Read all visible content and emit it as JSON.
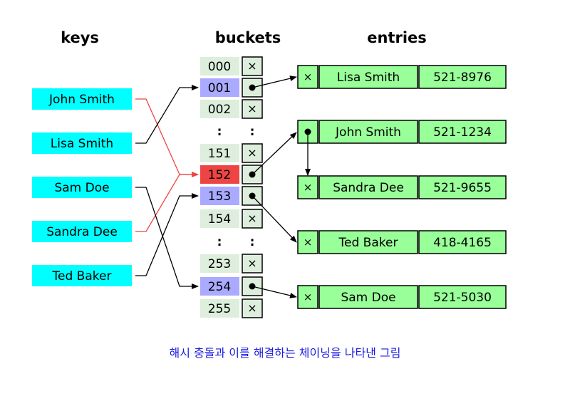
{
  "headers": {
    "keys": "keys",
    "buckets": "buckets",
    "entries": "entries"
  },
  "keys": [
    "John Smith",
    "Lisa Smith",
    "Sam Doe",
    "Sandra Dee",
    "Ted Baker"
  ],
  "buckets": [
    "000",
    "001",
    "002",
    ":",
    "151",
    "152",
    "153",
    "154",
    ":",
    "253",
    "254",
    "255"
  ],
  "bucket_slots": [
    "×",
    "●",
    "×",
    ":",
    "×",
    "●",
    "●",
    "×",
    ":",
    "×",
    "●",
    "×"
  ],
  "entries": [
    {
      "marker": "×",
      "name": "Lisa Smith",
      "phone": "521-8976"
    },
    {
      "marker": "●",
      "name": "John Smith",
      "phone": "521-1234"
    },
    {
      "marker": "×",
      "name": "Sandra Dee",
      "phone": "521-9655"
    },
    {
      "marker": "×",
      "name": "Ted Baker",
      "phone": "418-4165"
    },
    {
      "marker": "×",
      "name": "Sam Doe",
      "phone": "521-5030"
    }
  ],
  "colors": {
    "key_fill": "#00ffff",
    "bucket_fill": "#ddeedd",
    "bucket_used_fill": "#aaaaff",
    "bucket_collision_fill": "#ee4444",
    "slot_fill": "#ddeedd",
    "entry_fill": "#99ff99",
    "collision_arrow": "#ee4444",
    "arrow": "#000000",
    "caption": "#1a1adf"
  },
  "caption": "해시 충돌과 이를 해결하는 체이닝을 나타낸 그림"
}
